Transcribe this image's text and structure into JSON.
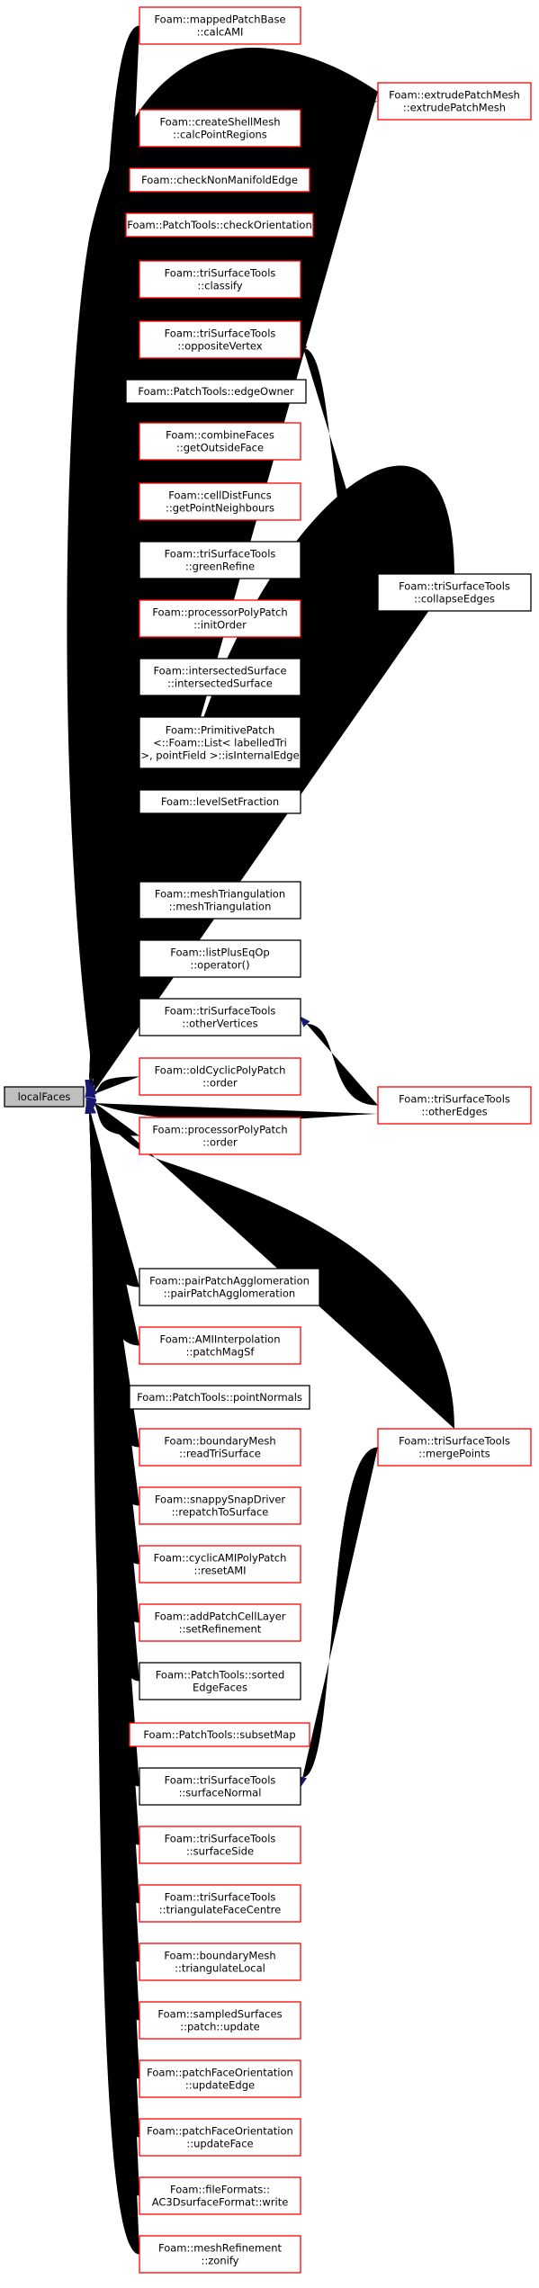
{
  "colors": {
    "edge": "#191970",
    "border_black": "#000000",
    "border_red": "#ff0000",
    "focus_fill": "#bfbfbf"
  },
  "focus_node": {
    "id": "localFaces",
    "lines": [
      "localFaces"
    ]
  },
  "callers": [
    {
      "id": "mappedPatchBase-calcAMI",
      "lines": [
        "Foam::mappedPatchBase",
        "::calcAMI"
      ],
      "border": "red"
    },
    {
      "id": "createShellMesh-calcPointRegions",
      "lines": [
        "Foam::createShellMesh",
        "::calcPointRegions"
      ],
      "border": "red"
    },
    {
      "id": "checkNonManifoldEdge",
      "lines": [
        "Foam::checkNonManifoldEdge"
      ],
      "border": "red"
    },
    {
      "id": "PatchTools-checkOrientation",
      "lines": [
        "Foam::PatchTools::checkOrientation"
      ],
      "border": "red"
    },
    {
      "id": "triSurfaceTools-classify",
      "lines": [
        "Foam::triSurfaceTools",
        "::classify"
      ],
      "border": "red"
    },
    {
      "id": "triSurfaceTools-oppositeVertex",
      "lines": [
        "Foam::triSurfaceTools",
        "::oppositeVertex"
      ],
      "border": "red"
    },
    {
      "id": "PatchTools-edgeOwner",
      "lines": [
        "Foam::PatchTools::edgeOwner"
      ],
      "border": "black"
    },
    {
      "id": "combineFaces-getOutsideFace",
      "lines": [
        "Foam::combineFaces",
        "::getOutsideFace"
      ],
      "border": "red"
    },
    {
      "id": "cellDistFuncs-getPointNeighbours",
      "lines": [
        "Foam::cellDistFuncs",
        "::getPointNeighbours"
      ],
      "border": "red"
    },
    {
      "id": "triSurfaceTools-greenRefine",
      "lines": [
        "Foam::triSurfaceTools",
        "::greenRefine"
      ],
      "border": "black"
    },
    {
      "id": "processorPolyPatch-initOrder",
      "lines": [
        "Foam::processorPolyPatch",
        "::initOrder"
      ],
      "border": "red"
    },
    {
      "id": "intersectedSurface",
      "lines": [
        "Foam::intersectedSurface",
        "::intersectedSurface"
      ],
      "border": "black"
    },
    {
      "id": "PrimitivePatch-isInternalEdge",
      "lines": [
        "Foam::PrimitivePatch",
        "<::Foam::List< labelledTri",
        ">, pointField >::isInternalEdge"
      ],
      "border": "black"
    },
    {
      "id": "levelSetFraction",
      "lines": [
        "Foam::levelSetFraction"
      ],
      "border": "black"
    },
    {
      "id": "meshTriangulation",
      "lines": [
        "Foam::meshTriangulation",
        "::meshTriangulation"
      ],
      "border": "black"
    },
    {
      "id": "listPlusEqOp-operator",
      "lines": [
        "Foam::listPlusEqOp",
        "::operator()"
      ],
      "border": "black"
    },
    {
      "id": "triSurfaceTools-otherVertices",
      "lines": [
        "Foam::triSurfaceTools",
        "::otherVertices"
      ],
      "border": "black"
    },
    {
      "id": "oldCyclicPolyPatch-order",
      "lines": [
        "Foam::oldCyclicPolyPatch",
        "::order"
      ],
      "border": "red"
    },
    {
      "id": "processorPolyPatch-order",
      "lines": [
        "Foam::processorPolyPatch",
        "::order"
      ],
      "border": "red"
    },
    {
      "id": "pairPatchAgglomeration",
      "lines": [
        "Foam::pairPatchAgglomeration",
        "::pairPatchAgglomeration"
      ],
      "border": "black"
    },
    {
      "id": "AMIInterpolation-patchMagSf",
      "lines": [
        "Foam::AMIInterpolation",
        "::patchMagSf"
      ],
      "border": "red"
    },
    {
      "id": "PatchTools-pointNormals",
      "lines": [
        "Foam::PatchTools::pointNormals"
      ],
      "border": "black"
    },
    {
      "id": "boundaryMesh-readTriSurface",
      "lines": [
        "Foam::boundaryMesh",
        "::readTriSurface"
      ],
      "border": "red"
    },
    {
      "id": "snappySnapDriver-repatchToSurface",
      "lines": [
        "Foam::snappySnapDriver",
        "::repatchToSurface"
      ],
      "border": "red"
    },
    {
      "id": "cyclicAMIPolyPatch-resetAMI",
      "lines": [
        "Foam::cyclicAMIPolyPatch",
        "::resetAMI"
      ],
      "border": "red"
    },
    {
      "id": "addPatchCellLayer-setRefinement",
      "lines": [
        "Foam::addPatchCellLayer",
        "::setRefinement"
      ],
      "border": "red"
    },
    {
      "id": "PatchTools-sortedEdgeFaces",
      "lines": [
        "Foam::PatchTools::sorted",
        "EdgeFaces"
      ],
      "border": "black"
    },
    {
      "id": "PatchTools-subsetMap",
      "lines": [
        "Foam::PatchTools::subsetMap"
      ],
      "border": "red"
    },
    {
      "id": "triSurfaceTools-surfaceNormal",
      "lines": [
        "Foam::triSurfaceTools",
        "::surfaceNormal"
      ],
      "border": "black"
    },
    {
      "id": "triSurfaceTools-surfaceSide",
      "lines": [
        "Foam::triSurfaceTools",
        "::surfaceSide"
      ],
      "border": "red"
    },
    {
      "id": "triSurfaceTools-triangulateFaceCentre",
      "lines": [
        "Foam::triSurfaceTools",
        "::triangulateFaceCentre"
      ],
      "border": "red"
    },
    {
      "id": "boundaryMesh-triangulateLocal",
      "lines": [
        "Foam::boundaryMesh",
        "::triangulateLocal"
      ],
      "border": "red"
    },
    {
      "id": "sampledSurfaces-patch-update",
      "lines": [
        "Foam::sampledSurfaces",
        "::patch::update"
      ],
      "border": "red"
    },
    {
      "id": "patchFaceOrientation-updateEdge",
      "lines": [
        "Foam::patchFaceOrientation",
        "::updateEdge"
      ],
      "border": "red"
    },
    {
      "id": "patchFaceOrientation-updateFace",
      "lines": [
        "Foam::patchFaceOrientation",
        "::updateFace"
      ],
      "border": "red"
    },
    {
      "id": "AC3DsurfaceFormat-write",
      "lines": [
        "Foam::fileFormats::",
        "AC3DsurfaceFormat::write"
      ],
      "border": "red"
    },
    {
      "id": "meshRefinement-zonify",
      "lines": [
        "Foam::meshRefinement",
        "::zonify"
      ],
      "border": "red"
    }
  ],
  "second_level": [
    {
      "id": "extrudePatchMesh",
      "lines": [
        "Foam::extrudePatchMesh",
        "::extrudePatchMesh"
      ],
      "border": "red",
      "via": "createShellMesh-calcPointRegions"
    },
    {
      "id": "triSurfaceTools-collapseEdges",
      "lines": [
        "Foam::triSurfaceTools",
        "::collapseEdges"
      ],
      "border": "black",
      "via": "triSurfaceTools-oppositeVertex"
    },
    {
      "id": "triSurfaceTools-otherEdges",
      "lines": [
        "Foam::triSurfaceTools",
        "::otherEdges"
      ],
      "border": "red",
      "via": "triSurfaceTools-otherVertices"
    },
    {
      "id": "triSurfaceTools-mergePoints",
      "lines": [
        "Foam::triSurfaceTools",
        "::mergePoints"
      ],
      "border": "red",
      "via": "triSurfaceTools-surfaceNormal"
    }
  ]
}
